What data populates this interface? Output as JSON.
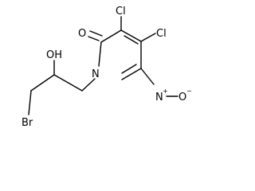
{
  "molecule": {
    "atoms": {
      "cl_top": "Cl",
      "cl_right": "Cl",
      "oxygen_carbonyl": "O",
      "nitrogen_ring": "N",
      "nitrogen_nitro": "N",
      "nitro_charge_plus": "+",
      "oxygen_nitro": "O",
      "nitro_charge_minus": "−",
      "hydroxyl": "OH",
      "bromine": "Br"
    }
  }
}
